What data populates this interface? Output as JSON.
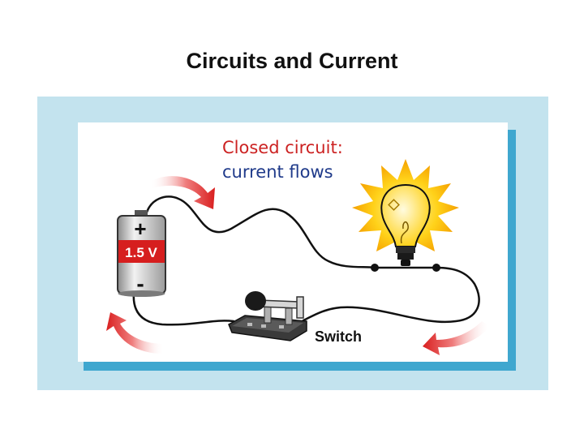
{
  "slide": {
    "title": "Circuits and Current"
  },
  "caption": {
    "line1": "Closed circuit:",
    "line2": "current flows"
  },
  "battery": {
    "positive_symbol": "+",
    "voltage_label": "1.5 V",
    "negative_symbol": "-"
  },
  "switch": {
    "label": "Switch"
  },
  "colors": {
    "caption_line1": "#cc2222",
    "caption_line2": "#1f3a8a",
    "arrow": "#d91f1f",
    "wire": "#111111",
    "frame": "#c3e3ee",
    "card_shadow": "#3fa7cf",
    "glow": "#ffd21a"
  },
  "icons": [
    "battery-icon",
    "light-bulb-icon",
    "knife-switch-icon",
    "current-arrow-icon"
  ]
}
